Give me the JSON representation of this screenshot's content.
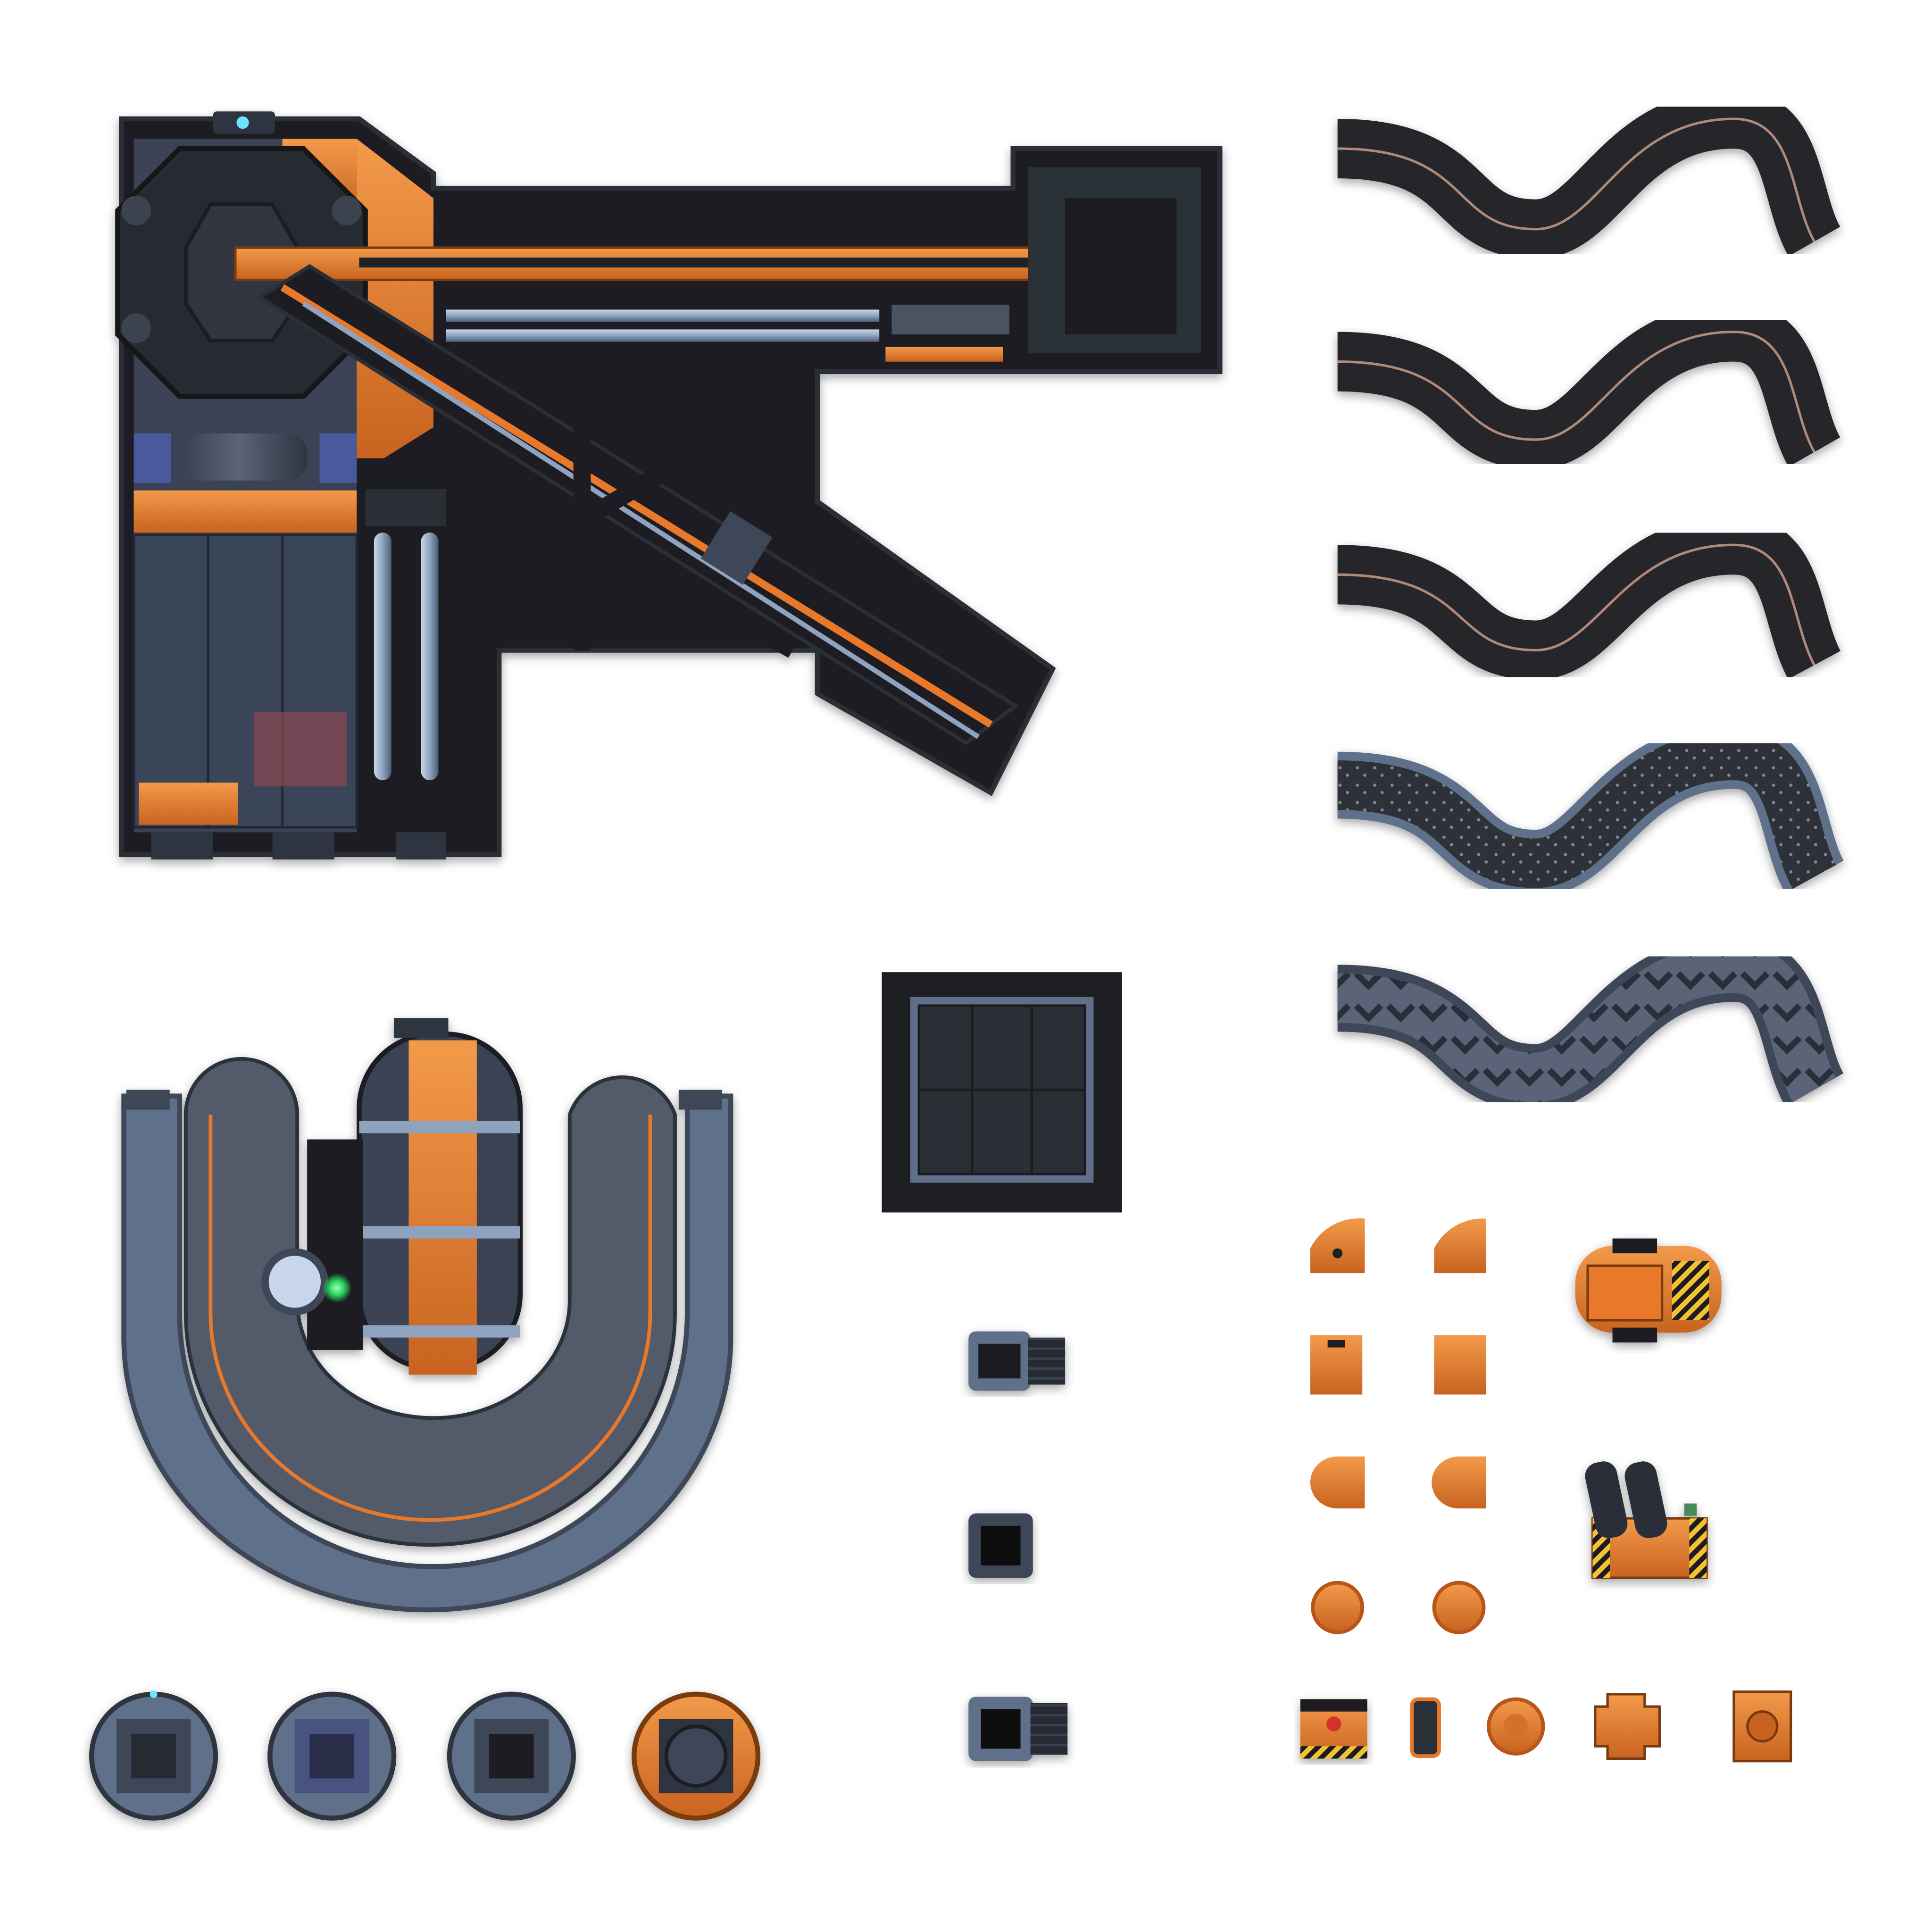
{
  "sheet": {
    "kind": "sprite-sheet",
    "background": "#ffffff",
    "palette": {
      "orange": "#e8782a",
      "orange_dark": "#b8561a",
      "orange_light": "#f39a4a",
      "steel": "#5f6f8a",
      "steel_dark": "#3c4658",
      "steel_light": "#8fa2bf",
      "hull": "#1d1f23",
      "hull_edge": "#2c2f35",
      "pipe": "#9fb3cf",
      "glow_green": "#2bd35a",
      "glow_cyan": "#6fe3ff",
      "hazard": "#f2c230"
    }
  },
  "sprites": {
    "factory": {
      "icon": "mining-refinery-sprite"
    },
    "reactor": {
      "icon": "u-shaped-reactor-sprite"
    },
    "pads": [
      {
        "icon": "landing-pad-steel-1",
        "accent": "#7a8aa6"
      },
      {
        "icon": "landing-pad-steel-2",
        "accent": "#6a78a0"
      },
      {
        "icon": "landing-pad-steel-3",
        "accent": "#7a8aa6"
      },
      {
        "icon": "landing-pad-orange",
        "accent": "#e8782a"
      }
    ],
    "square_platform": {
      "icon": "square-platform-sprite"
    },
    "small_blocks": [
      {
        "icon": "conveyor-cap-sprite"
      },
      {
        "icon": "hatch-block-sprite"
      },
      {
        "icon": "hatch-conveyor-sprite"
      }
    ],
    "belts": [
      {
        "icon": "conveyor-belt-curve-1",
        "style": "rubber"
      },
      {
        "icon": "conveyor-belt-curve-2",
        "style": "rubber"
      },
      {
        "icon": "conveyor-belt-curve-3",
        "style": "rubber"
      },
      {
        "icon": "conveyor-belt-curve-studded",
        "style": "studded"
      },
      {
        "icon": "conveyor-belt-curve-chevron",
        "style": "chevron"
      }
    ],
    "pipes": [
      {
        "icon": "pipe-elbow-icon"
      },
      {
        "icon": "pipe-elbow-plain-icon"
      },
      {
        "icon": "pipe-straight-icon"
      },
      {
        "icon": "pipe-straight-plain-icon"
      },
      {
        "icon": "pipe-cap-icon"
      },
      {
        "icon": "pipe-cap-plain-icon"
      },
      {
        "icon": "pipe-flange-icon"
      },
      {
        "icon": "pipe-flange-plain-icon"
      }
    ],
    "machines": [
      {
        "icon": "pump-machine-sprite"
      },
      {
        "icon": "twin-cannon-machine-sprite"
      }
    ],
    "fittings": [
      {
        "icon": "valve-box-icon"
      },
      {
        "icon": "coupling-icon"
      },
      {
        "icon": "round-flange-icon"
      },
      {
        "icon": "cross-junction-icon"
      },
      {
        "icon": "inline-flange-icon"
      }
    ]
  }
}
